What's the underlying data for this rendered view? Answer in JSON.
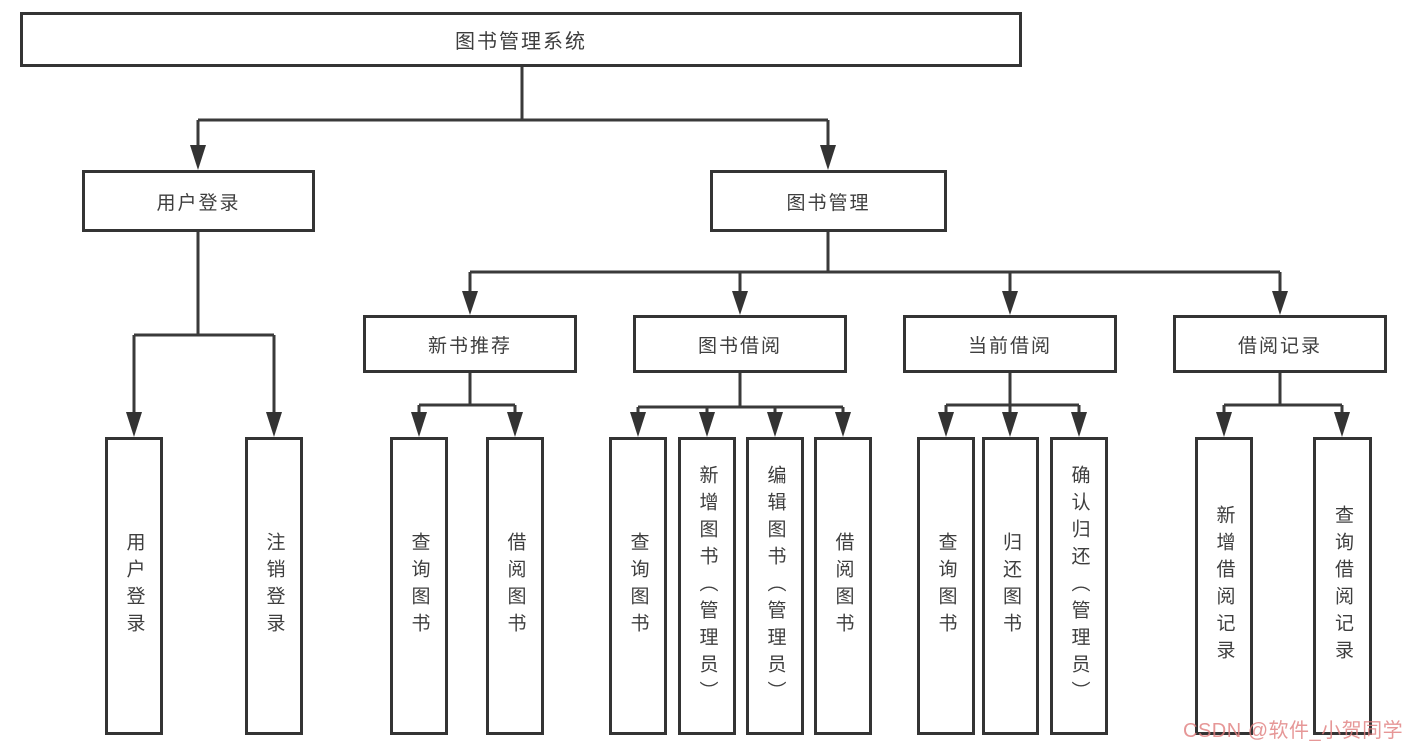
{
  "diagram": {
    "root": {
      "label": "图书管理系统"
    },
    "level2": [
      {
        "label": "用户登录"
      },
      {
        "label": "图书管理"
      }
    ],
    "level3": [
      {
        "label": "新书推荐"
      },
      {
        "label": "图书借阅"
      },
      {
        "label": "当前借阅"
      },
      {
        "label": "借阅记录"
      }
    ],
    "groups": {
      "user_login": [
        "用户登录",
        "注销登录"
      ],
      "new_book": [
        "查询图书",
        "借阅图书"
      ],
      "borrow": [
        "查询图书",
        "新增图书（管理员）",
        "编辑图书（管理员）",
        "借阅图书"
      ],
      "current": [
        "查询图书",
        "归还图书",
        "确认归还（管理员）"
      ],
      "records": [
        "新增借阅记录",
        "查询借阅记录"
      ]
    }
  },
  "watermark": {
    "text": "CSDN @软件_小贺同学",
    "color": "#e08080"
  },
  "colors": {
    "line": "#3a3a3a",
    "border": "#343434",
    "text": "#3e3e3e",
    "background": "#ffffff"
  }
}
